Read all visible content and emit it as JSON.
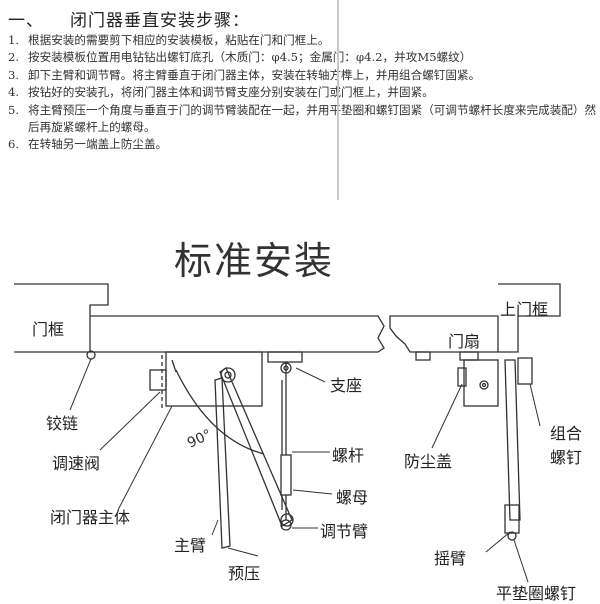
{
  "heading": {
    "number": "一、",
    "text": "闭门器垂直安装步骤："
  },
  "steps": [
    {
      "n": "1.",
      "text": "根据安装的需要剪下相应的安装模板，粘贴在门和门框上。"
    },
    {
      "n": "2.",
      "text": "按安装模板位置用电钻钻出螺钉底孔（木质门：φ4.5；金属门：φ4.2，并攻M5螺纹）"
    },
    {
      "n": "3.",
      "text": "卸下主臂和调节臂。将主臂垂直于闭门器主体，安装在转轴方榫上，并用组合螺钉固紧。"
    },
    {
      "n": "4.",
      "text": "按钻好的安装孔，将闭门器主体和调节臂支座分别安装在门或门框上，并固紧。"
    },
    {
      "n": "5.",
      "text": "将主臂预压一个角度与垂直于门的调节臂装配在一起，并用平垫圈和螺钉固紧（可调节螺杆长度来完成装配）然后再旋紧螺杆上的螺母。"
    },
    {
      "n": "6.",
      "text": "在转轴另一端盖上防尘盖。"
    }
  ],
  "diagram": {
    "title": "标准安装",
    "angle": "90°",
    "labels": {
      "door_frame": "门框",
      "hinge": "铰链",
      "speed_valve": "调速阀",
      "closer_body": "闭门器主体",
      "main_arm": "主臂",
      "preload": "预压",
      "bracket": "支座",
      "screw_rod": "螺杆",
      "nut": "螺母",
      "adjust_arm": "调节臂",
      "upper_frame": "上门框",
      "door_leaf": "门扇",
      "dust_cap": "防尘盖",
      "combo_screw_1": "组合",
      "combo_screw_2": "螺钉",
      "rocker_arm": "摇臂",
      "washer_screw": "平垫圈螺钉"
    }
  }
}
